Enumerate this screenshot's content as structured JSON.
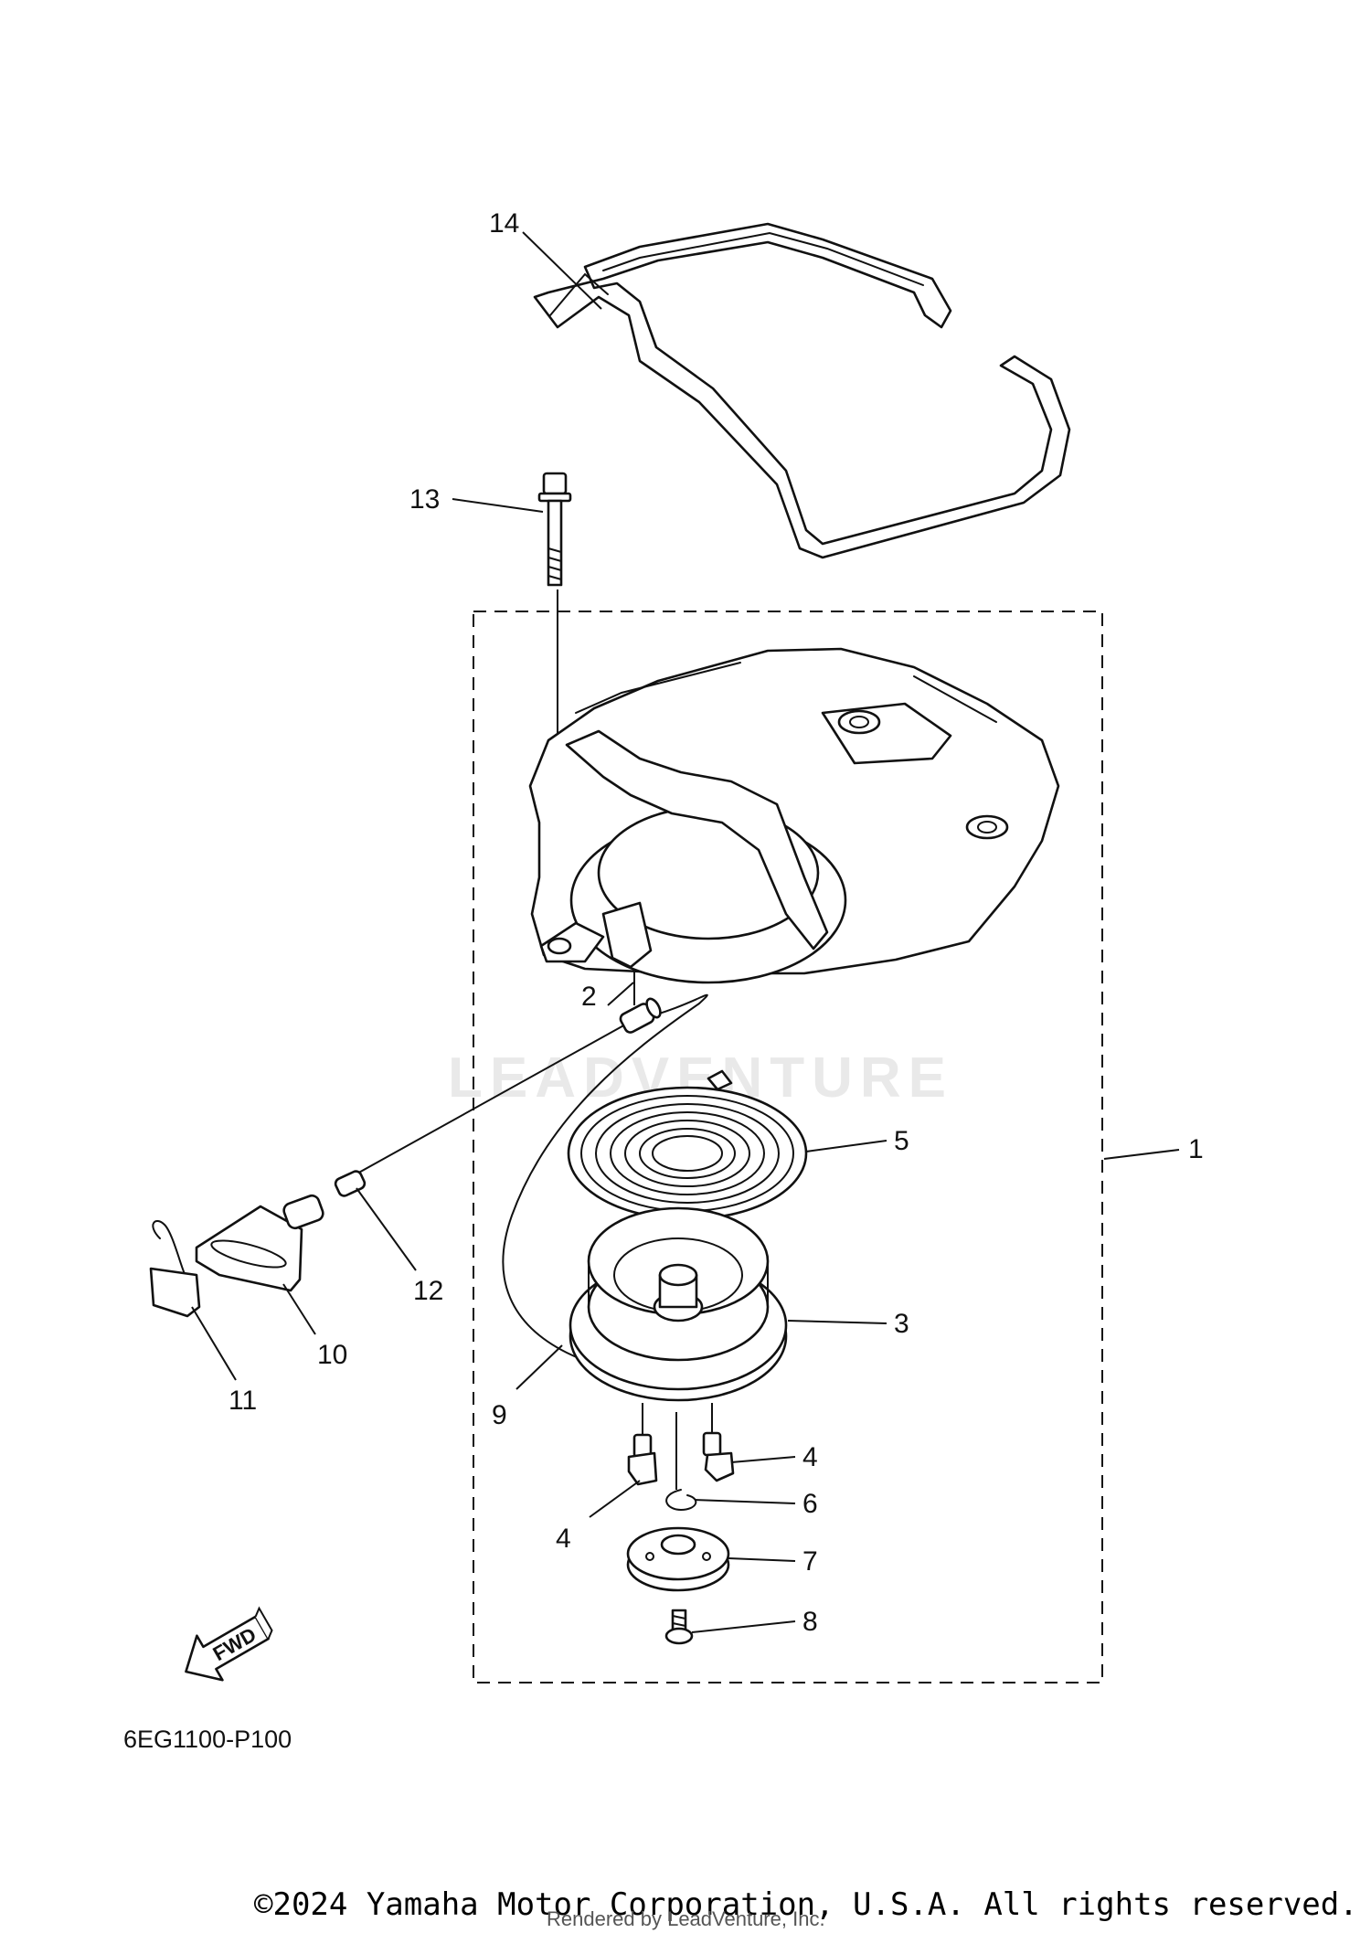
{
  "diagram": {
    "diagram_code": "6EG1100-P100",
    "direction_marker": "FWD",
    "watermark": "LEADVENTURE",
    "copyright": "©2024 Yamaha Motor Corporation, U.S.A. All rights reserved.",
    "rendered_by": "Rendered by LeadVenture, Inc.",
    "callouts": {
      "c1": "1",
      "c2": "2",
      "c3": "3",
      "c4a": "4",
      "c4b": "4",
      "c5": "5",
      "c6": "6",
      "c7": "7",
      "c8": "8",
      "c9": "9",
      "c10": "10",
      "c11": "11",
      "c12": "12",
      "c13": "13",
      "c14": "14"
    }
  }
}
